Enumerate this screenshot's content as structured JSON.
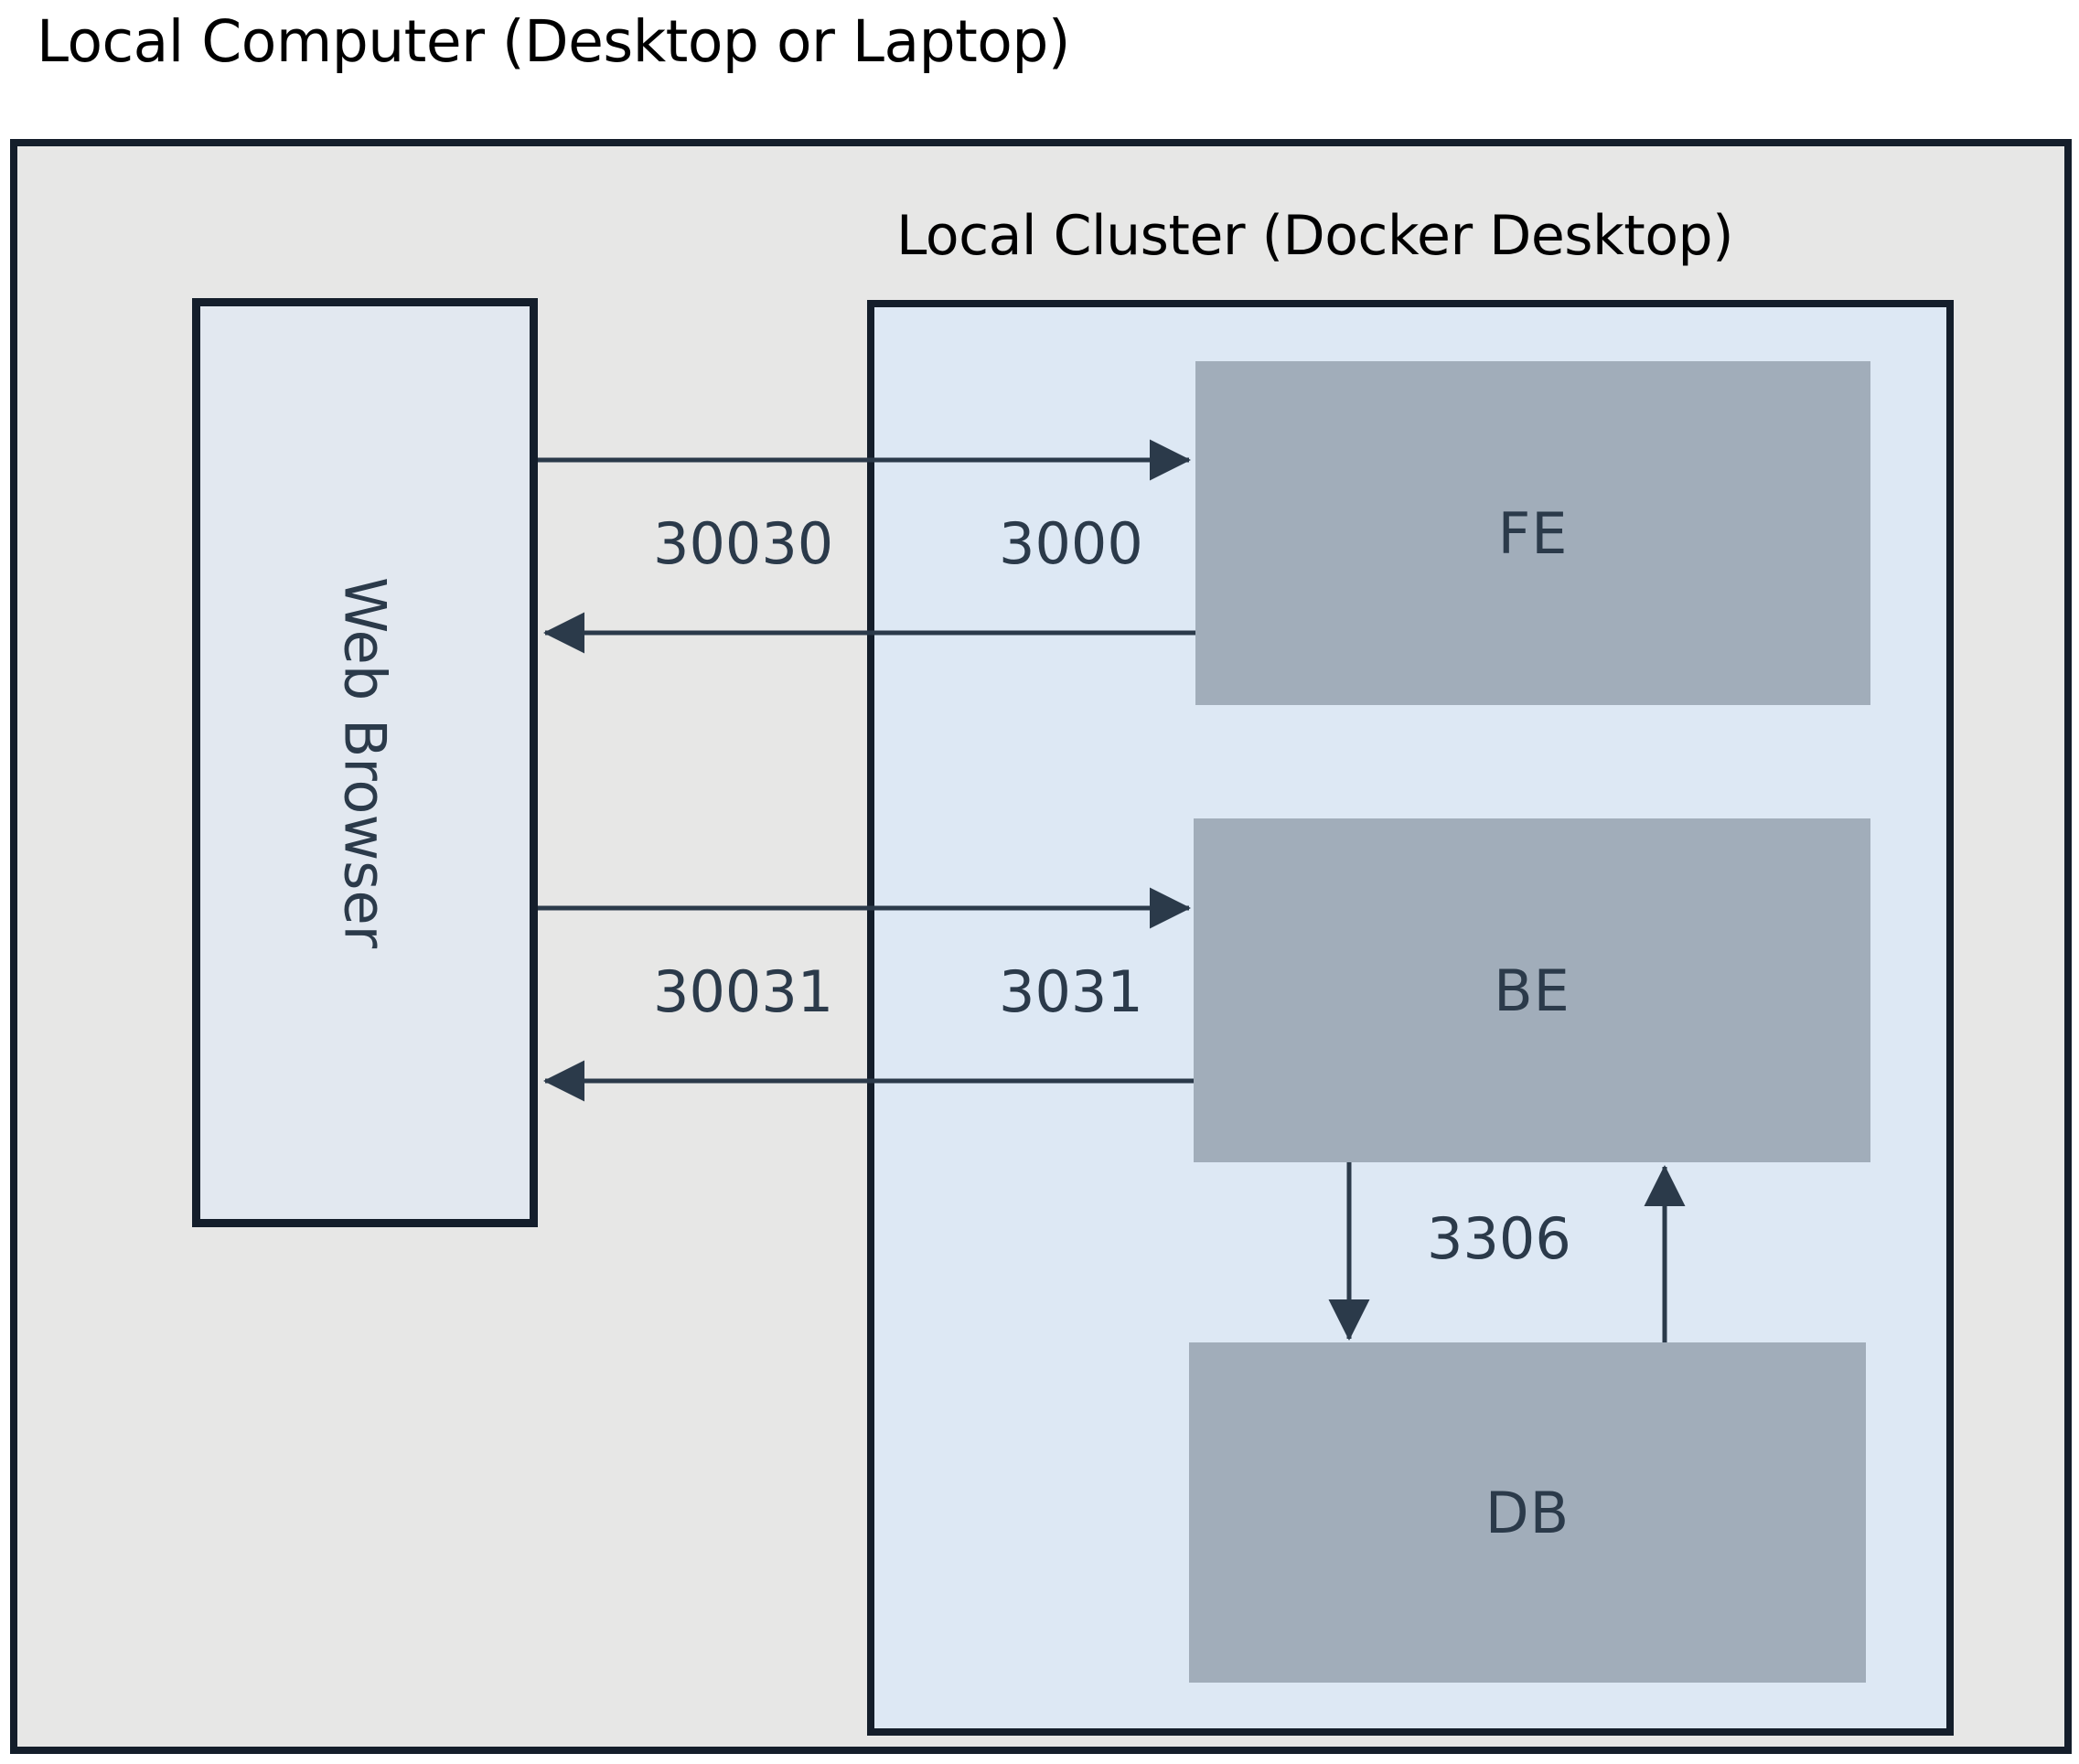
{
  "diagram": {
    "title": "Local Computer (Desktop or Laptop)",
    "cluster_title": "Local Cluster (Docker Desktop)",
    "nodes": {
      "browser": {
        "label": "Web Browser",
        "orientation": "vertical"
      },
      "fe": {
        "label": "FE"
      },
      "be": {
        "label": "BE"
      },
      "db": {
        "label": "DB"
      }
    },
    "port_labels": {
      "fe_host": "30030",
      "fe_container": "3000",
      "be_host": "30031",
      "be_container": "3031",
      "db": "3306"
    },
    "colors": {
      "outer_fill": "#e7e7e6",
      "cluster_fill": "#dde8f4",
      "browser_fill": "#e2e8f0",
      "service_fill": "#a1adba",
      "border": "#141e2b",
      "text_dark": "#2b3a4a",
      "title_text": "#000000",
      "connector": "#2b3a4a"
    },
    "connections": [
      {
        "from": "browser",
        "to": "fe",
        "direction": "right",
        "host_port": "30030",
        "container_port": "3000"
      },
      {
        "from": "fe",
        "to": "browser",
        "direction": "left",
        "host_port": "30030",
        "container_port": "3000"
      },
      {
        "from": "browser",
        "to": "be",
        "direction": "right",
        "host_port": "30031",
        "container_port": "3031"
      },
      {
        "from": "be",
        "to": "browser",
        "direction": "left",
        "host_port": "30031",
        "container_port": "3031"
      },
      {
        "from": "be",
        "to": "db",
        "direction": "down",
        "port": "3306"
      },
      {
        "from": "db",
        "to": "be",
        "direction": "up",
        "port": "3306"
      }
    ]
  }
}
